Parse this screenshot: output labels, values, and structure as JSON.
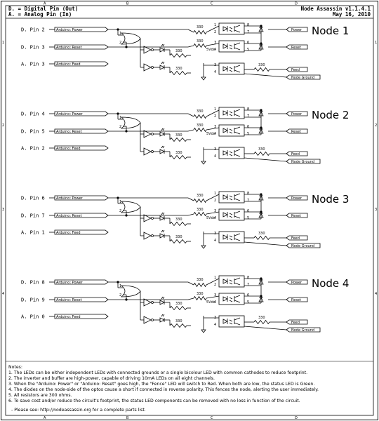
{
  "header": {
    "legend_digital": "D. = Digital Pin (Out)",
    "legend_analog": "A. = Analog Pin (In)",
    "title": "Node Assassin v1.1.4.1",
    "date": "May 16, 2010"
  },
  "border": {
    "cols": [
      "A",
      "B",
      "C",
      "D"
    ],
    "rows": [
      "1",
      "2",
      "3",
      "4"
    ]
  },
  "labels": {
    "arduino_power": "Arduino: Power",
    "arduino_reset": "Arduino: Reset",
    "arduino_feed": "Arduino: Feed",
    "out_power": "Power",
    "out_reset": "Reset",
    "out_feed": "Feed",
    "out_ground": "Node Ground",
    "resistor": "330",
    "supply": "5Vdc"
  },
  "nodes": [
    {
      "name": "Node 1",
      "power_pin": "D. Pin 2",
      "reset_pin": "D. Pin 3",
      "feed_pin": "A. Pin 3"
    },
    {
      "name": "Node 2",
      "power_pin": "D. Pin 4",
      "reset_pin": "D. Pin 5",
      "feed_pin": "A. Pin 2"
    },
    {
      "name": "Node 3",
      "power_pin": "D. Pin 6",
      "reset_pin": "D. Pin 7",
      "feed_pin": "A. Pin 1"
    },
    {
      "name": "Node 4",
      "power_pin": "D. Pin 8",
      "reset_pin": "D. Pin 9",
      "feed_pin": "A. Pin 0"
    }
  ],
  "notes": {
    "heading": "Notes:",
    "items": [
      "1. The LEDs can be either independent LEDs with connected grounds or a single bicolour LED with common cathodes to reduce footprint.",
      "2. The inverter and buffer are high-power, capable of driving 10mA LEDs on all eight channels.",
      "3. When the \"Arduino: Power\" or \"Arduino: Reset\" goes high, the \"Fence\" LED will switch to Red. When both are low, the status LED is Green.",
      "4. The diodes on the node-side of the optos cause a short if connected in reverse polarity. This fences the node, alerting the user immediately.",
      "5. All resistors are 300 ohms.",
      "6. To save cost and/or reduce the circuit's footprint, the status LED components can be removed with no loss in function of the circuit."
    ],
    "footer": "- Please see: http://nodeassassin.org for a complete parts list."
  }
}
